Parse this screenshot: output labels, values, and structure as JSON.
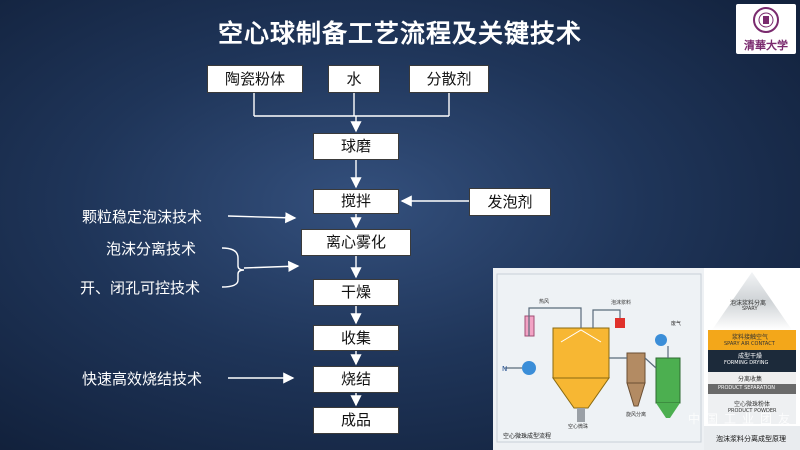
{
  "title": "空心球制备工艺流程及关键技术",
  "logo": {
    "text": "清華大学",
    "icon": "tsinghua-seal-icon",
    "color": "#7a2a6e"
  },
  "inputs": [
    "陶瓷粉体",
    "水",
    "分散剂"
  ],
  "steps": [
    "球磨",
    "搅拌",
    "离心雾化",
    "干燥",
    "收集",
    "烧结",
    "成品"
  ],
  "foaming_agent": "发泡剂",
  "techniques": {
    "particle_foam": "颗粒稳定泡沫技术",
    "foam_separation": "泡沫分离技术",
    "pore_control": "开、闭孔可控技术",
    "fast_sintering": "快速高效烧结技术"
  },
  "photo": {
    "left_caption": "空心微珠成型流程",
    "right_caption": "泡沫浆料分离成型原理",
    "left_labels": [
      "热风",
      "泡沫浆料",
      "废气",
      "空心微珠",
      "旋风分离"
    ],
    "n_label": "N",
    "right_items": [
      {
        "cn": "泡沫浆料分离",
        "en": "SPARY"
      },
      {
        "cn": "浆料接触空气",
        "en": "SPARY AIR CONTACT"
      },
      {
        "cn": "成型干燥",
        "en": "FORMING DRYING"
      },
      {
        "cn": "分离收集",
        "en": "PRODUCT SEPARATION"
      },
      {
        "cn": "空心微珠粉体",
        "en": "PRODUCT POWDER"
      }
    ]
  },
  "watermark": "中国工业团友"
}
